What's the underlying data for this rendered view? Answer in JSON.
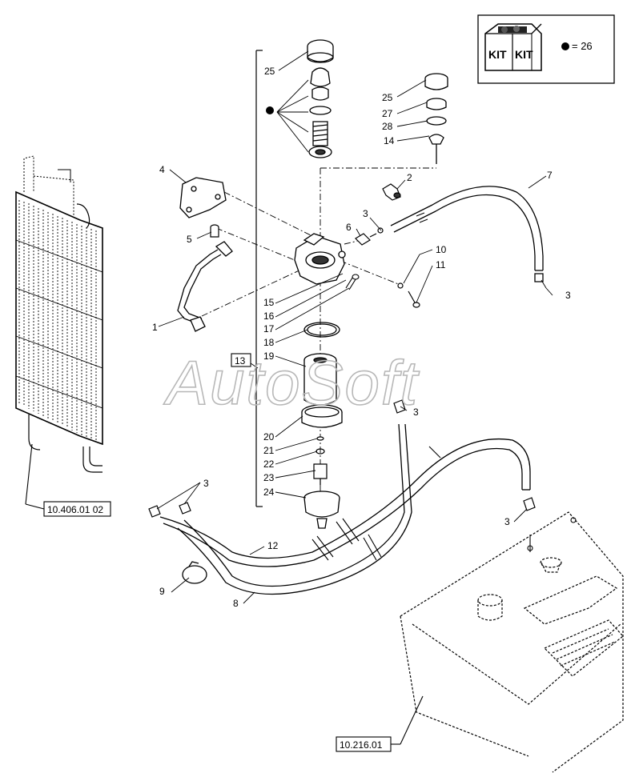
{
  "kit": {
    "box_text_left": "KIT",
    "box_text_right": "KIT",
    "legend": "= 26"
  },
  "watermark": "AutoSoft",
  "references": {
    "radiator": "10.406.01 02",
    "tank": "10.216.01",
    "group": "13"
  },
  "callouts": {
    "c1": "1",
    "c2": "2",
    "c3a": "3",
    "c3b": "3",
    "c3c": "3",
    "c3d": "3",
    "c3e": "3",
    "c4": "4",
    "c5": "5",
    "c6": "6",
    "c7": "7",
    "c8": "8",
    "c9": "9",
    "c10": "10",
    "c11": "11",
    "c12": "12",
    "c14": "14",
    "c15": "15",
    "c16": "16",
    "c17": "17",
    "c18": "18",
    "c19": "19",
    "c20": "20",
    "c21": "21",
    "c22": "22",
    "c23": "23",
    "c24": "24",
    "c25a": "25",
    "c25b": "25",
    "c27": "27",
    "c28": "28"
  }
}
